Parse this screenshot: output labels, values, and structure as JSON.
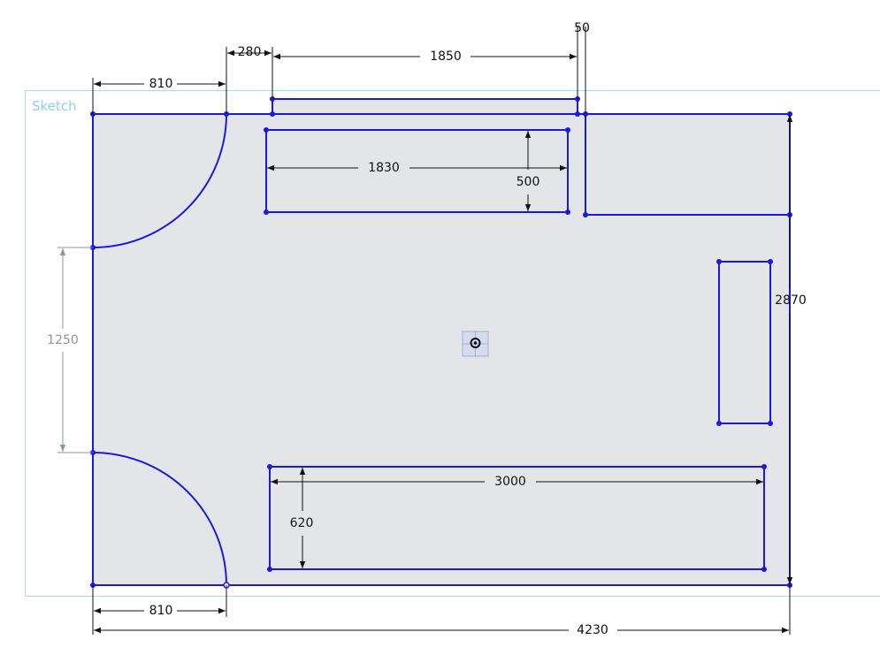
{
  "sketch_label": "Sketch",
  "dimensions": {
    "top_left_door": "810",
    "gap": "280",
    "top_strip": "1850",
    "offset": "50",
    "inner_rect_width": "1830",
    "inner_rect_height": "500",
    "side_opening": "1250",
    "room_height": "2870",
    "bottom_rect_width": "3000",
    "bottom_rect_height": "620",
    "bottom_left_door": "810",
    "room_width": "4230"
  },
  "colors": {
    "geometry": "#1a1adf",
    "fill": "#e3e5e9",
    "frame": "#a8dde9"
  }
}
